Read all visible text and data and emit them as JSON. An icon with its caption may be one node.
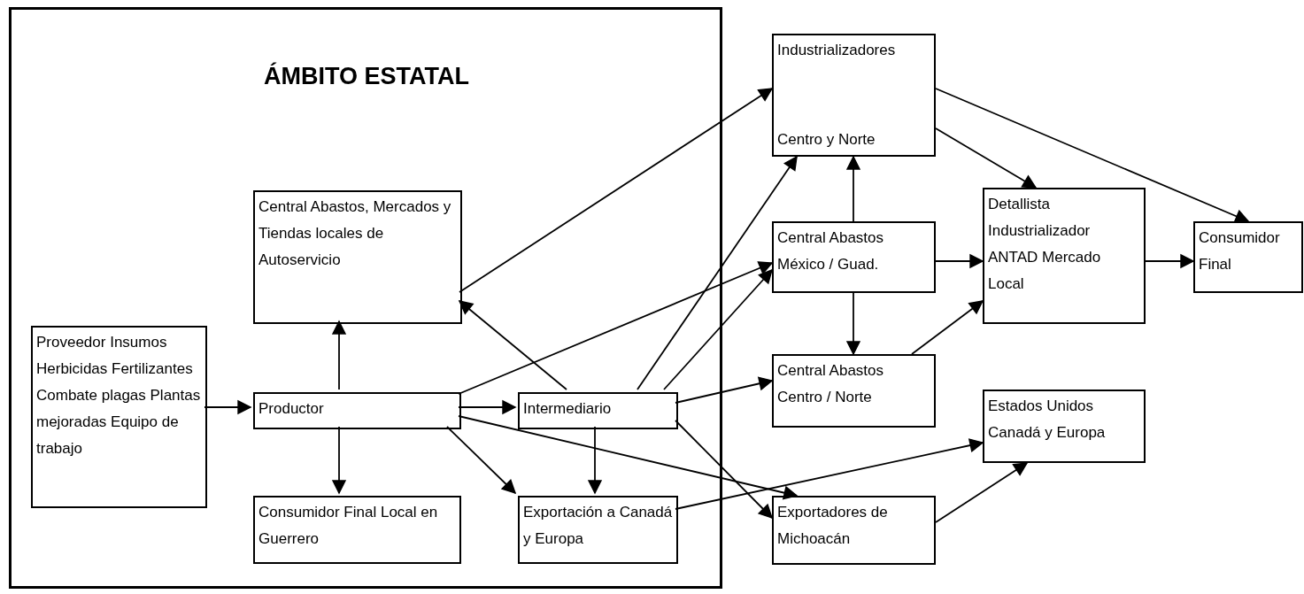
{
  "diagram": {
    "nodes": [
      {
        "text": [
          "ÁMBITO ESTATAL"
        ]
      },
      {
        "text": [
          "Central Abastos, Mercados y Tiendas locales de Autoservicio"
        ],
        "in": 0
      },
      {
        "text": [
          "Proveedor Insumos",
          "Herbicidas Fertilizantes Combate plagas Plantas mejoradas Equipo de trabajo"
        ],
        "in": 0
      },
      {
        "text": [
          "Productor"
        ],
        "in": 0
      },
      {
        "text": [
          "Intermediario"
        ],
        "in": 0
      },
      {
        "text": [
          "Consumidor Final Local en Guerrero"
        ],
        "in": 0
      },
      {
        "text": [
          "Exportación a Canadá y Europa"
        ],
        "in": 0
      },
      {
        "text": [
          "Industrializadores",
          "Centro y Norte"
        ]
      },
      {
        "text": [
          "Central Abastos México / Guad."
        ]
      },
      {
        "text": [
          "Detallista Industrializador ANTAD Mercado Local"
        ]
      },
      {
        "text": [
          "Consumidor Final"
        ]
      },
      {
        "text": [
          "Central Abastos Centro / Norte"
        ]
      },
      {
        "text": [
          "Estados Unidos Canadá y Europa"
        ]
      },
      {
        "text": [
          "Exportadores de Michoacán"
        ]
      }
    ],
    "edges": [
      {
        "from": 2,
        "to": 3,
        "arrow": "to"
      },
      {
        "from": 3,
        "to": 1,
        "arrow": "to"
      },
      {
        "from": 3,
        "to": 5,
        "arrow": "to"
      },
      {
        "from": 3,
        "to": 6,
        "arrow": "to"
      },
      {
        "from": 3,
        "to": 4,
        "arrow": "to"
      },
      {
        "from": 3,
        "to": 8,
        "arrow": "to"
      },
      {
        "from": 3,
        "to": 13,
        "arrow": "to"
      },
      {
        "from": 1,
        "to": 7,
        "arrow": "to"
      },
      {
        "from": 4,
        "to": 1,
        "arrow": "to"
      },
      {
        "from": 4,
        "to": 7,
        "arrow": "to"
      },
      {
        "from": 4,
        "to": 8,
        "arrow": "to"
      },
      {
        "from": 4,
        "to": 11,
        "arrow": "to"
      },
      {
        "from": 4,
        "to": 6,
        "arrow": "to"
      },
      {
        "from": 4,
        "to": 13,
        "arrow": "to"
      },
      {
        "from": 6,
        "to": 12,
        "arrow": "to"
      },
      {
        "from": 8,
        "to": 7,
        "arrow": "to"
      },
      {
        "from": 8,
        "to": 11,
        "arrow": "to"
      },
      {
        "from": 8,
        "to": 9,
        "arrow": "to"
      },
      {
        "from": 11,
        "to": 9,
        "arrow": "to"
      },
      {
        "from": 7,
        "to": 9,
        "arrow": "to"
      },
      {
        "from": 7,
        "to": 10,
        "arrow": "to"
      },
      {
        "from": 9,
        "to": 10,
        "arrow": "to"
      },
      {
        "from": 13,
        "to": 12,
        "arrow": "to"
      }
    ]
  }
}
